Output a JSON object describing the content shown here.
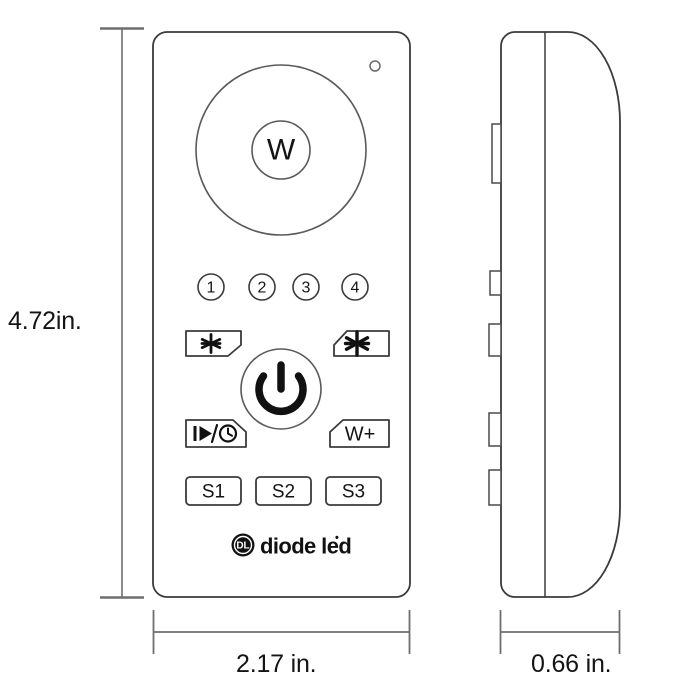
{
  "drawing": {
    "title": "Diode LED remote control dimensional drawing",
    "views": [
      "front-view",
      "side-view"
    ],
    "line_color": "#3b3b3b",
    "dimension_color": "#6e6e6e",
    "text_color": "#141414",
    "background": "#ffffff"
  },
  "dimensions": {
    "height": "4.72in.",
    "width_front": "2.17 in.",
    "width_side": "0.66 in."
  },
  "front_view": {
    "wheel": {
      "outer_label": "",
      "center_label": "W"
    },
    "led_indicator": "led-indicator-dot",
    "zone_buttons": [
      {
        "label": "1"
      },
      {
        "label": "2"
      },
      {
        "label": "3"
      },
      {
        "label": "4"
      }
    ],
    "brightness_buttons": [
      {
        "name": "dim-down-button",
        "icon": "asterisk-small-icon"
      },
      {
        "name": "dim-up-button",
        "icon": "asterisk-large-icon"
      }
    ],
    "power_button": {
      "icon": "power-icon"
    },
    "mode_buttons": [
      {
        "name": "play-timer-button",
        "icon": "play-clock-icon",
        "label": ""
      },
      {
        "name": "white-plus-button",
        "label": "W+"
      }
    ],
    "scene_buttons": [
      {
        "label": "S1"
      },
      {
        "label": "S2"
      },
      {
        "label": "S3"
      }
    ],
    "brand": {
      "monogram": "DL",
      "name": "diode led",
      "trademark": "•"
    }
  },
  "side_view": {
    "seam": "body-seam-line",
    "protrusions": [
      {
        "name": "side-button-wheel"
      },
      {
        "name": "side-button-zone"
      },
      {
        "name": "side-button-brightness"
      },
      {
        "name": "side-button-mode"
      },
      {
        "name": "side-button-scene"
      }
    ]
  }
}
